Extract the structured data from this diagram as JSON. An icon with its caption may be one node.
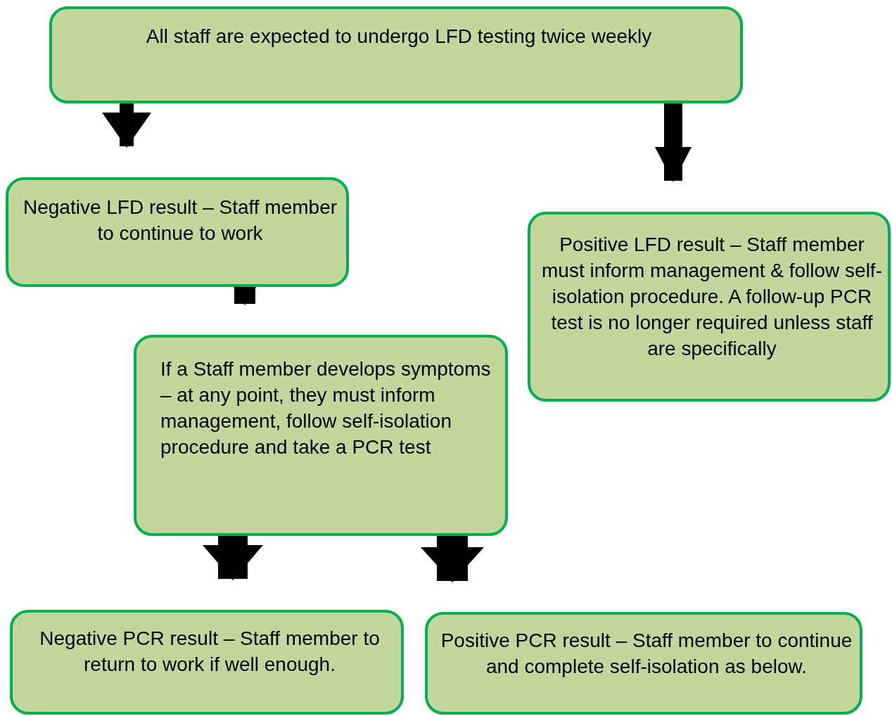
{
  "diagram": {
    "nodes": [
      {
        "text": [
          "All staff are expected to undergo LFD testing twice weekly"
        ]
      },
      {
        "text": [
          "Negative LFD result – Staff member to continue to work"
        ]
      },
      {
        "text": [
          "Positive LFD result – Staff member must inform management & follow self-isolation procedure. A follow-up PCR test is no longer required unless staff are specifically"
        ]
      },
      {
        "text": [
          "If a Staff member develops symptoms – at any point, they must inform management, follow self-isolation procedure and take a PCR test"
        ]
      },
      {
        "text": [
          "Negative PCR result – Staff member to return to work if well enough."
        ]
      },
      {
        "text": [
          "Positive PCR result – Staff member to continue and complete self-isolation as below."
        ]
      }
    ],
    "edges": [
      {
        "from": 0,
        "to": 1,
        "arrow": "to"
      },
      {
        "from": 0,
        "to": 2,
        "arrow": "to"
      },
      {
        "from": 1,
        "to": 3,
        "arrow": "to"
      },
      {
        "from": 3,
        "to": 4,
        "arrow": "to"
      },
      {
        "from": 3,
        "to": 5,
        "arrow": "to"
      }
    ]
  }
}
